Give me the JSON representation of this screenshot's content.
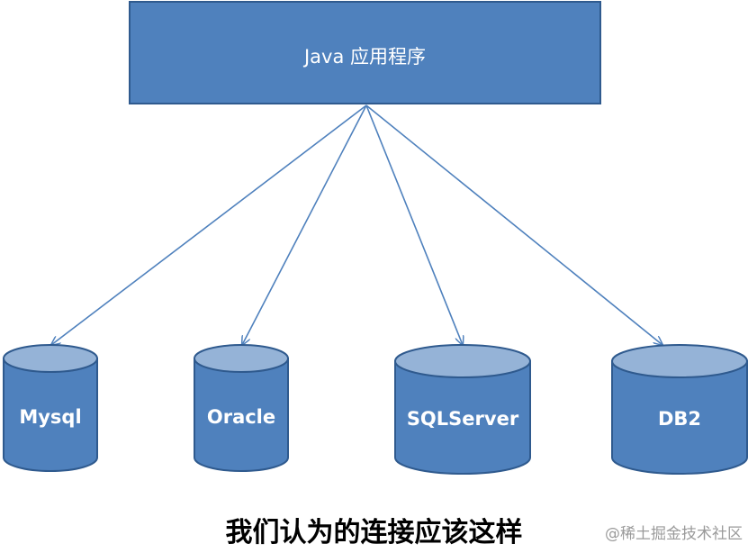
{
  "app": {
    "label": "Java 应用程序"
  },
  "databases": [
    {
      "id": "mysql",
      "label": "Mysql"
    },
    {
      "id": "oracle",
      "label": "Oracle"
    },
    {
      "id": "sqlserver",
      "label": "SQLServer"
    },
    {
      "id": "db2",
      "label": "DB2"
    }
  ],
  "caption": "我们认为的连接应该这样",
  "watermark": "@稀土掘金技术社区",
  "colors": {
    "box_fill": "#4f81bd",
    "box_border": "#2f5a8e",
    "cylinder_top": "#95b3d7",
    "arrow": "#4f81bd",
    "text_light": "#ffffff"
  }
}
